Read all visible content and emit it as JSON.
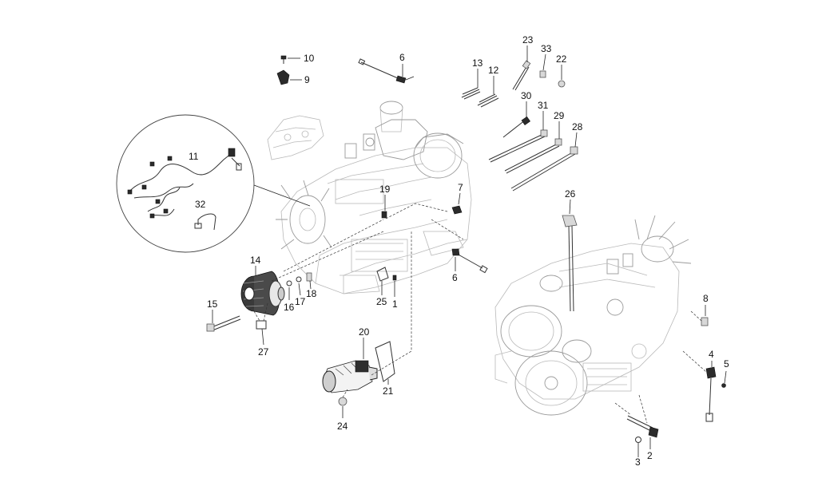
{
  "diagram": {
    "callouts": [
      "10",
      "9",
      "6",
      "13",
      "12",
      "23",
      "33",
      "22",
      "30",
      "31",
      "29",
      "28",
      "11",
      "32",
      "19",
      "7",
      "26",
      "14",
      "15",
      "16",
      "17",
      "18",
      "25",
      "1",
      "6",
      "27",
      "20",
      "21",
      "24",
      "8",
      "4",
      "5",
      "3",
      "2"
    ]
  },
  "colors": {
    "line": "#333333",
    "ghost": "#b9b9b9",
    "background": "#ffffff"
  }
}
